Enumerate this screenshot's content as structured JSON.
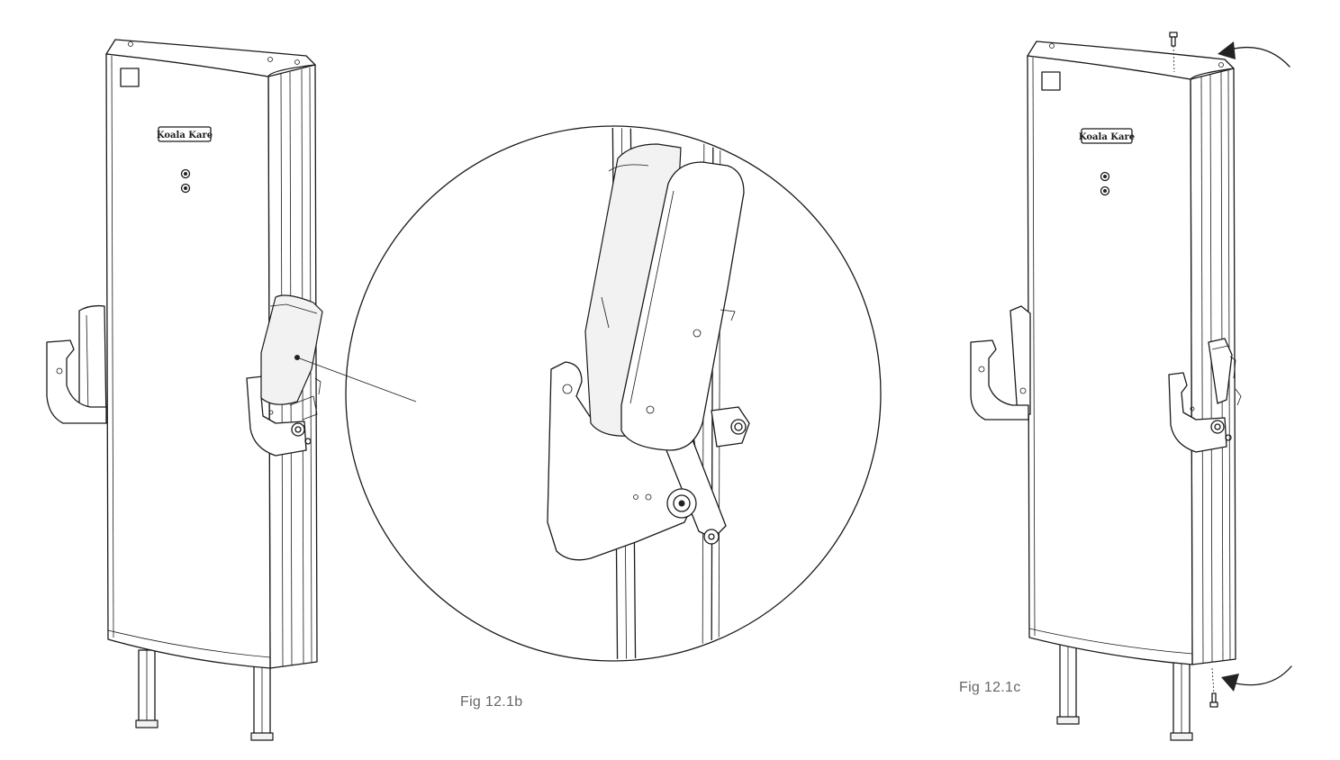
{
  "figures": [
    {
      "id": "12.1b",
      "caption": "Fig 12.1b"
    },
    {
      "id": "12.1c",
      "caption": "Fig 12.1c"
    }
  ],
  "panel": {
    "brand_label": "Koala Kare"
  },
  "colors": {
    "line": "#1a1a1a",
    "caption": "#666666",
    "background": "#ffffff"
  }
}
